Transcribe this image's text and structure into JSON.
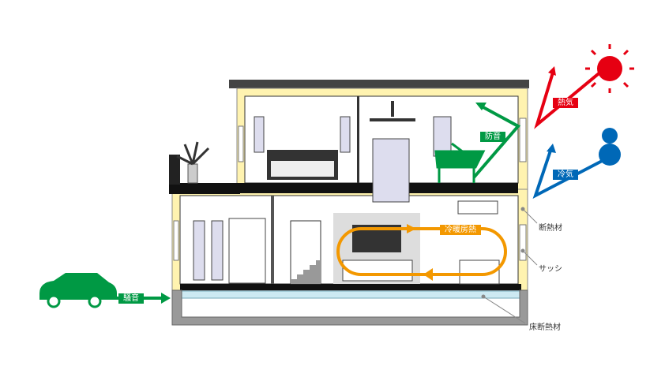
{
  "labels": {
    "heat": "熱気",
    "cold": "冷気",
    "soundproof": "防音",
    "aircon": "冷暖房熱",
    "noise": "騒音",
    "insulation": "断熱材",
    "sash": "サッシ",
    "floor_insulation": "床断熱材"
  },
  "colors": {
    "heat": "#e60012",
    "cold": "#0068b7",
    "sound": "#009944",
    "aircon": "#f39800",
    "insulation": "#fff3b0"
  }
}
